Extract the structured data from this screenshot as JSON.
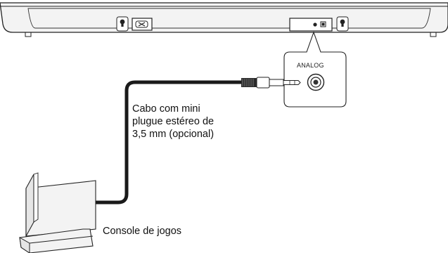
{
  "diagram": {
    "port_label": "ANALOG",
    "cable_label": [
      "Cabo com mini",
      "plugue estéreo de",
      "3,5 mm (opcional)"
    ],
    "console_label": "Console de jogos"
  }
}
